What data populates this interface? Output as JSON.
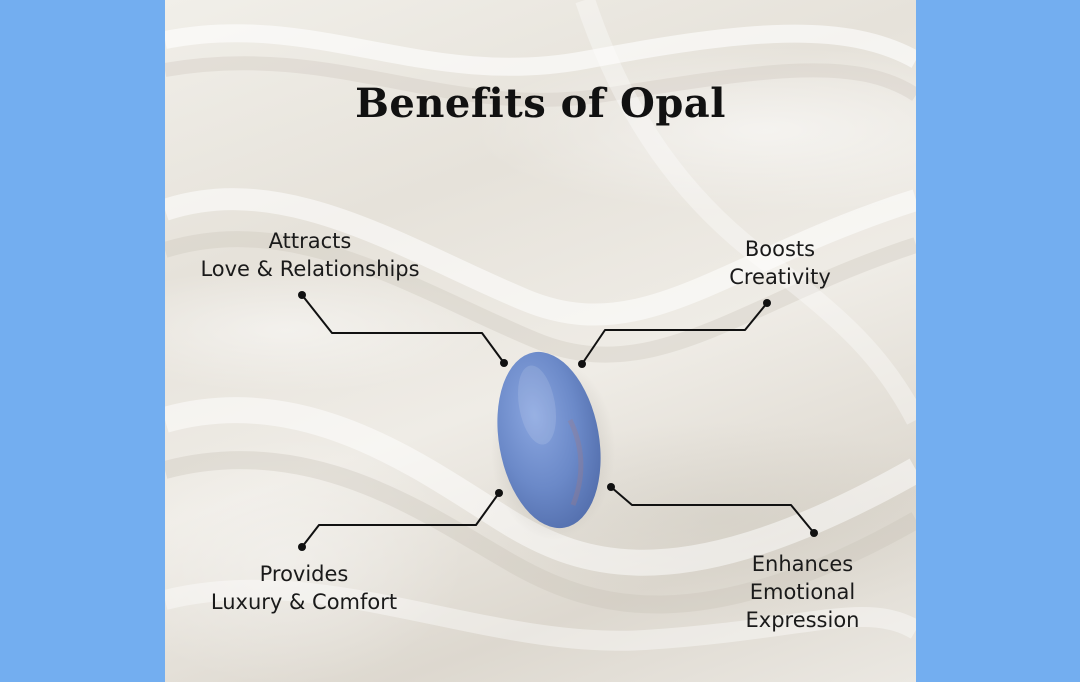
{
  "title": "Benefits of Opal",
  "benefits": {
    "love": {
      "line1": "Attracts",
      "line2": "Love & Relationships"
    },
    "creativity": {
      "line1": "Boosts",
      "line2": "Creativity"
    },
    "luxury": {
      "line1": "Provides",
      "line2": "Luxury & Comfort"
    },
    "emotional": {
      "line1": "Enhances",
      "line2": "Emotional",
      "line3": "Expression"
    }
  },
  "colors": {
    "background": "#73aef0",
    "silk": "#ece9e3",
    "opal": "#6f8fd0",
    "text": "#111111"
  }
}
